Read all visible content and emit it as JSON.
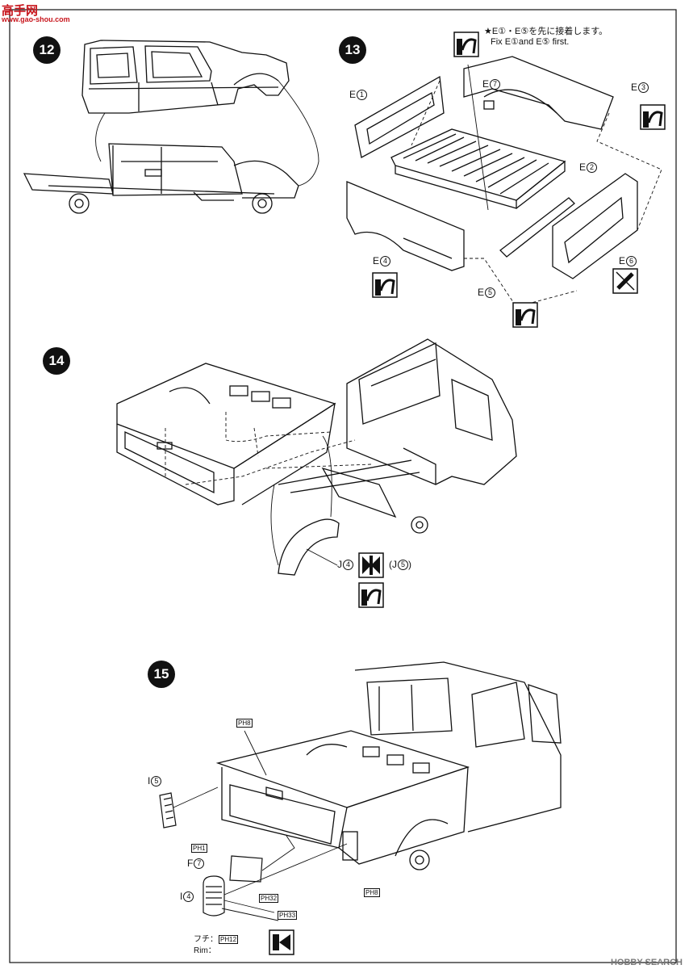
{
  "watermark_top": {
    "brand": "高手网",
    "url": "www.gao-shou.com"
  },
  "watermark_bottom": {
    "brand": "HOBBY SEARCH"
  },
  "steps": [
    {
      "number": "12"
    },
    {
      "number": "13"
    },
    {
      "number": "14"
    },
    {
      "number": "15"
    }
  ],
  "step13": {
    "note_jp": "★E①・E⑤を先に接着します。",
    "note_en": "Fix E①and E⑤ first.",
    "parts": [
      {
        "p": "E",
        "n": "1"
      },
      {
        "p": "E",
        "n": "7"
      },
      {
        "p": "E",
        "n": "3"
      },
      {
        "p": "E",
        "n": "2"
      },
      {
        "p": "E",
        "n": "4"
      },
      {
        "p": "E",
        "n": "5"
      },
      {
        "p": "E",
        "n": "6"
      }
    ]
  },
  "step14": {
    "part_main": {
      "p": "J",
      "n": "4"
    },
    "part_alt": {
      "p": "J",
      "n": "5"
    }
  },
  "step15": {
    "parts": [
      {
        "p": "I",
        "n": "5"
      },
      {
        "p": "F",
        "n": "7"
      },
      {
        "p": "I",
        "n": "4"
      }
    ],
    "paints": [
      "PH8",
      "PH1",
      "PH32",
      "PH33",
      "PH8"
    ],
    "rim_jp": "フチ：",
    "rim_en": "Rim：",
    "rim_paint": "PH12"
  },
  "colors": {
    "ink": "#111111",
    "watermark": "#c8161d"
  },
  "icons": [
    "glue-icon",
    "glue-icon",
    "glue-icon",
    "glue-icon",
    "no-glue-icon",
    "cement-icon",
    "glue-icon",
    "paint-icon"
  ]
}
